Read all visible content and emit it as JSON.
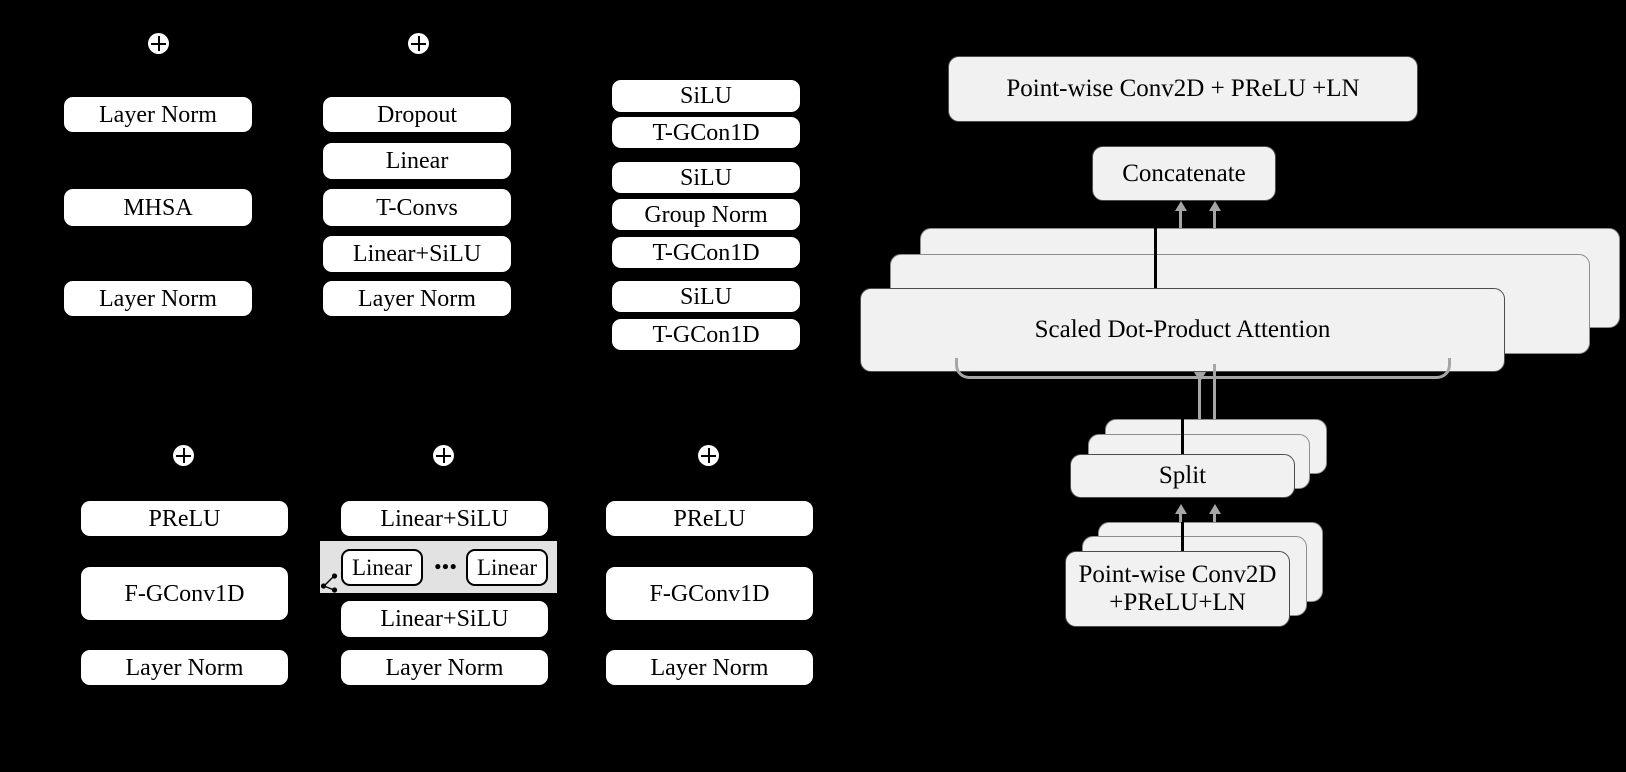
{
  "diagram": {
    "title": "Neural network architecture block diagram",
    "background_color": "#000000",
    "block_fill": "#ffffff",
    "panel_fill": "#f1f1f1",
    "group_fill": "#e2e2e2",
    "connector_color": "#a6a6a6"
  },
  "col1": {
    "name": "Transformer attention block",
    "add_icon": "plus-circle-icon",
    "blocks": [
      {
        "label": "Layer Norm"
      },
      {
        "label": "MHSA"
      },
      {
        "label": "Layer Norm"
      }
    ]
  },
  "col2": {
    "name": "Feed forward conv block",
    "add_icon": "plus-circle-icon",
    "blocks": [
      {
        "label": "Dropout"
      },
      {
        "label": "Linear"
      },
      {
        "label": "T-Convs"
      },
      {
        "label": "Linear+SiLU"
      },
      {
        "label": "Layer Norm"
      }
    ]
  },
  "col3": {
    "name": "Temporal grouped conv stack",
    "blocks": [
      {
        "label": "SiLU"
      },
      {
        "label": "T-GCon1D"
      },
      {
        "label": "SiLU"
      },
      {
        "label": "Group Norm"
      },
      {
        "label": "T-GCon1D"
      },
      {
        "label": "SiLU"
      },
      {
        "label": "T-GCon1D"
      }
    ]
  },
  "col4": {
    "name": "Frequency grouped conv block left",
    "add_icon": "plus-circle-icon",
    "share_icon": "share-nodes-icon",
    "blocks": [
      {
        "label": "PReLU"
      },
      {
        "label": "F-GConv1D"
      },
      {
        "label": "Layer Norm"
      }
    ]
  },
  "col5": {
    "name": "Parallel linear group block",
    "add_icon": "plus-circle-icon",
    "share_icon": "share-nodes-icon",
    "blocks": [
      {
        "label": "Linear+SiLU"
      },
      {
        "label": "Linear+SiLU"
      },
      {
        "label": "Layer Norm"
      }
    ],
    "group": {
      "left_label": "Linear",
      "ellipsis": "•••",
      "right_label": "Linear"
    }
  },
  "col6": {
    "name": "Frequency grouped conv block right",
    "add_icon": "plus-circle-icon",
    "blocks": [
      {
        "label": "PReLU"
      },
      {
        "label": "F-GConv1D"
      },
      {
        "label": "Layer Norm"
      }
    ]
  },
  "right_panel": {
    "name": "Multi-head scaled dot-product attention",
    "top_block": "Point-wise Conv2D + PReLU +LN",
    "concat_block": "Concatenate",
    "attention_block": "Scaled Dot-Product Attention",
    "split_block": "Split",
    "bottom_block_line1": "Point-wise Conv2D",
    "bottom_block_line2": "+PReLU+LN",
    "stack_depth": 3
  }
}
